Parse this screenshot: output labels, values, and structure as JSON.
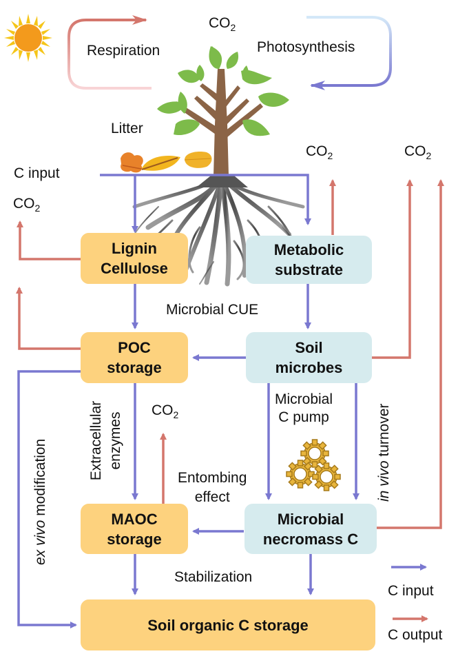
{
  "colors": {
    "c_input": "#7A78D0",
    "c_output": "#D4766C",
    "organic_box": "#FDD27E",
    "microbial_box": "#D6EBEE",
    "leaf": "#7DBB4A",
    "trunk": "#8B6446",
    "sun": "#F39A1C",
    "sun_rays": "#F5C518",
    "gear": "#E8B53C"
  },
  "atmosphere": {
    "co2_top": "CO",
    "respiration": "Respiration",
    "photosynthesis": "Photosynthesis",
    "litter": "Litter"
  },
  "labels": {
    "c_input_top": "C input",
    "co2_left": "CO",
    "co2_mid": "CO",
    "co2_right": "CO",
    "co2_maoc": "CO",
    "subscript": "2",
    "microbial_cue": "Microbial CUE",
    "extracellular_line1": "Extracellular",
    "extracellular_line2": "enzymes",
    "ex_vivo_italic": "ex vivo",
    "ex_vivo_rest": " modification",
    "microbial_c_pump_line1": "Microbial",
    "microbial_c_pump_line2": "C pump",
    "in_vivo_italic": "in vivo",
    "in_vivo_rest": " turnover",
    "entombing_line1": "Entombing",
    "entombing_line2": "effect",
    "stabilization": "Stabilization"
  },
  "boxes": {
    "lignin_line1": "Lignin",
    "lignin_line2": "Cellulose",
    "metabolic_line1": "Metabolic",
    "metabolic_line2": "substrate",
    "poc_line1": "POC",
    "poc_line2": "storage",
    "soil_microbes_line1": "Soil",
    "soil_microbes_line2": "microbes",
    "maoc_line1": "MAOC",
    "maoc_line2": "storage",
    "necromass_line1": "Microbial",
    "necromass_line2": "necromass C",
    "soc": "Soil organic C storage"
  },
  "legend": {
    "input_label": "C input",
    "output_label": "C output"
  }
}
